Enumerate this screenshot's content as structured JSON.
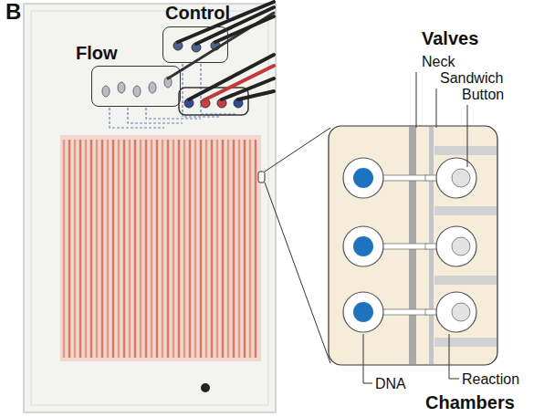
{
  "diagram": {
    "nodes": [
      {
        "text": [
          "Flow"
        ]
      },
      {
        "text": [
          "Control"
        ]
      }
    ],
    "labels": [
      "B",
      "Valves",
      "Neck",
      "Sandwich",
      "Button",
      "DNA",
      "Reaction",
      "Chambers"
    ]
  }
}
